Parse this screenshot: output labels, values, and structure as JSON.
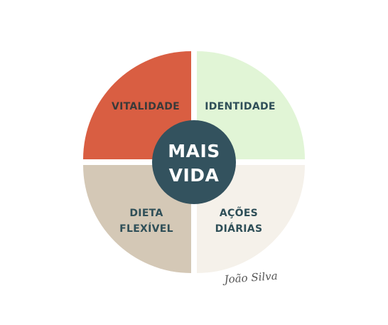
{
  "center": {
    "line1": "MAIS",
    "line2": "VIDA",
    "color": "#33525e"
  },
  "quadrants": {
    "top_left": {
      "label_line1": "VITALIDADE",
      "color": "#d95e42",
      "text_color": "#3a3a3a"
    },
    "top_right": {
      "label_line1": "IDENTIDADE",
      "color": "#e1f5d6",
      "text_color": "#2f4f58"
    },
    "bottom_left": {
      "label_line1": "DIETA",
      "label_line2": "FLEXÍVEL",
      "color": "#d4c8b6",
      "text_color": "#2f4f58"
    },
    "bottom_right": {
      "label_line1": "AÇÕES",
      "label_line2": "DIÁRIAS",
      "color": "#f5f1ea",
      "text_color": "#2f4f58"
    }
  },
  "signature": {
    "text": "João Silva"
  }
}
